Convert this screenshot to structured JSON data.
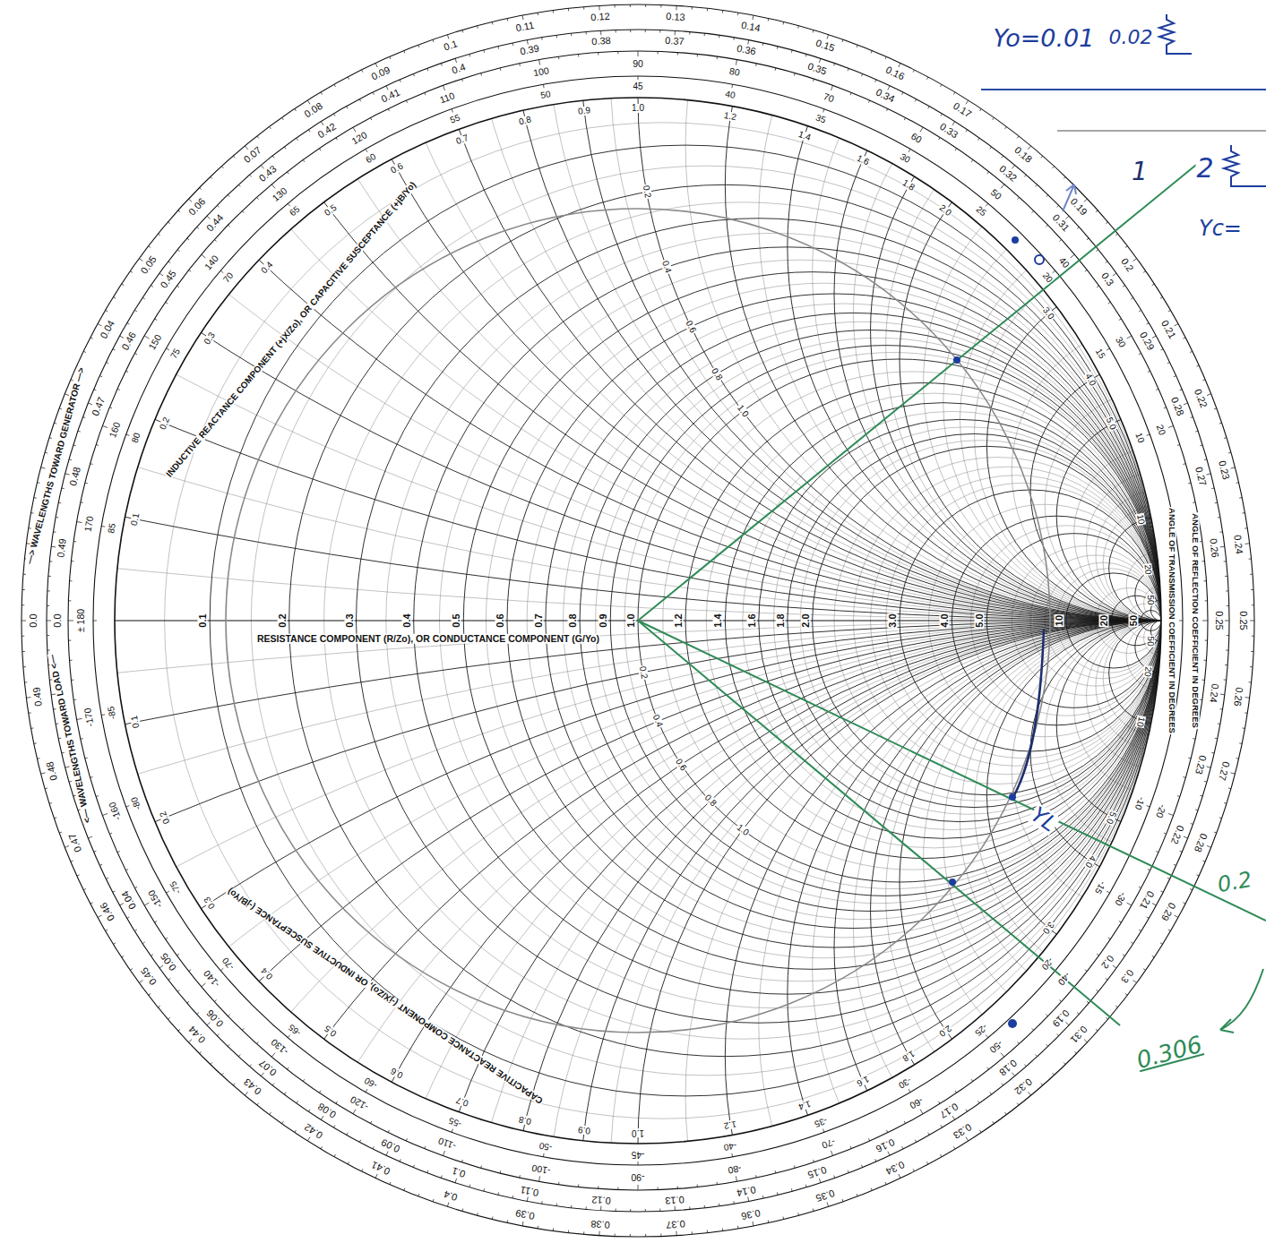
{
  "diagram": {
    "labels": [
      "0.0",
      "0.04",
      "0.05",
      "0.06",
      "0.07",
      "0.08",
      "0.09",
      "0.1",
      "0.11",
      "0.12",
      "0.13",
      "0.14",
      "0.15",
      "0.16",
      "0.17",
      "0.18",
      "0.19",
      "0.2",
      "0.21",
      "0.22",
      "0.23",
      "0.24",
      "0.25",
      "0.26",
      "0.27",
      "0.28",
      "0.29",
      "0.3",
      "0.31",
      "0.32",
      "0.33",
      "0.34",
      "0.35",
      "0.36",
      "0.37",
      "0.38",
      "0.39",
      "0.4",
      "0.41",
      "0.42",
      "0.43",
      "0.44",
      "0.45",
      "0.46",
      "0.47",
      "0.48",
      "0.49",
      "0.0",
      "0.04",
      "0.05",
      "0.06",
      "0.07",
      "0.08",
      "0.09",
      "0.1",
      "0.11",
      "0.12",
      "0.13",
      "0.14",
      "0.15",
      "0.16",
      "0.17",
      "0.18",
      "0.19",
      "0.2",
      "0.21",
      "0.22",
      "0.23",
      "0.24",
      "0.25",
      "0.26",
      "0.27",
      "0.28",
      "0.29",
      "0.3",
      "0.31",
      "0.32",
      "0.33",
      "0.34",
      "0.35",
      "0.36",
      "0.37",
      "0.38",
      "0.39",
      "0.4",
      "0.41",
      "0.42",
      "0.43",
      "0.44",
      "0.45",
      "0.46",
      "0.47",
      "0.48",
      "0.49",
      "20",
      "30",
      "40",
      "50",
      "60",
      "70",
      "80",
      "90",
      "100",
      "110",
      "120",
      "130",
      "140",
      "150",
      "160",
      "170",
      "± 180",
      "-20",
      "-30",
      "-40",
      "-50",
      "-60",
      "-70",
      "-80",
      "-90",
      "-100",
      "-110",
      "-120",
      "-130",
      "-140",
      "-150",
      "-160",
      "-170",
      "10",
      "15",
      "20",
      "25",
      "30",
      "35",
      "40",
      "45",
      "50",
      "55",
      "60",
      "65",
      "70",
      "75",
      "80",
      "85",
      "-10",
      "-15",
      "-20",
      "-25",
      "-30",
      "-35",
      "-40",
      "-45",
      "-50",
      "-55",
      "-60",
      "-65",
      "-70",
      "-75",
      "-80",
      "-85",
      "0.1",
      "0.2",
      "0.3",
      "0.4",
      "0.5",
      "0.6",
      "0.7",
      "0.8",
      "0.9",
      "1.0",
      "1.2",
      "1.4",
      "1.6",
      "1.8",
      "2.0",
      "3.0",
      "4.0",
      "5.0",
      "10",
      "20",
      "50",
      "0.1",
      "0.2",
      "0.3",
      "0.4",
      "0.5",
      "0.6",
      "0.7",
      "0.8",
      "0.9",
      "1.0",
      "1.2",
      "1.4",
      "1.6",
      "1.8",
      "2.0",
      "3.0",
      "4.0",
      "5.0",
      "10",
      "20",
      "50",
      "0.1",
      "0.2",
      "0.3",
      "0.4",
      "0.5",
      "0.6",
      "0.7",
      "0.8",
      "0.9",
      "1.0",
      "1.2",
      "1.4",
      "1.6",
      "1.8",
      "2.0",
      "3.0",
      "4.0",
      "5.0",
      "10",
      "20",
      "50",
      "0.2",
      "0.4",
      "0.6",
      "0.8",
      "1.0",
      "0.2",
      "0.4",
      "0.6",
      "0.8",
      "1.0",
      "—> WAVELENGTHS TOWARD GENERATOR —>",
      "<— WAVELENGTHS TOWARD LOAD <—",
      "INDUCTIVE REACTANCE COMPONENT (+jX/Zo), OR CAPACITIVE SUSCEPTANCE (+jB/Yo)",
      "RESISTANCE COMPONENT (R/Zo), OR CONDUCTANCE COMPONENT (G/Yo)",
      "ANGLE OF REFLECTION COEFFICIENT IN DEGREES",
      "ANGLE OF TRANSMISSION COEFFICIENT IN DEGREES",
      "CAPACITIVE REACTANCE COMPONENT (-jX/Zo), OR INDUCTIVE SUSCEPTANCE (-jB/Yo)",
      "Yo=0.01",
      "0.02",
      "1",
      "2",
      "Yc=",
      "YL",
      "0.2",
      "0.306"
    ]
  }
}
